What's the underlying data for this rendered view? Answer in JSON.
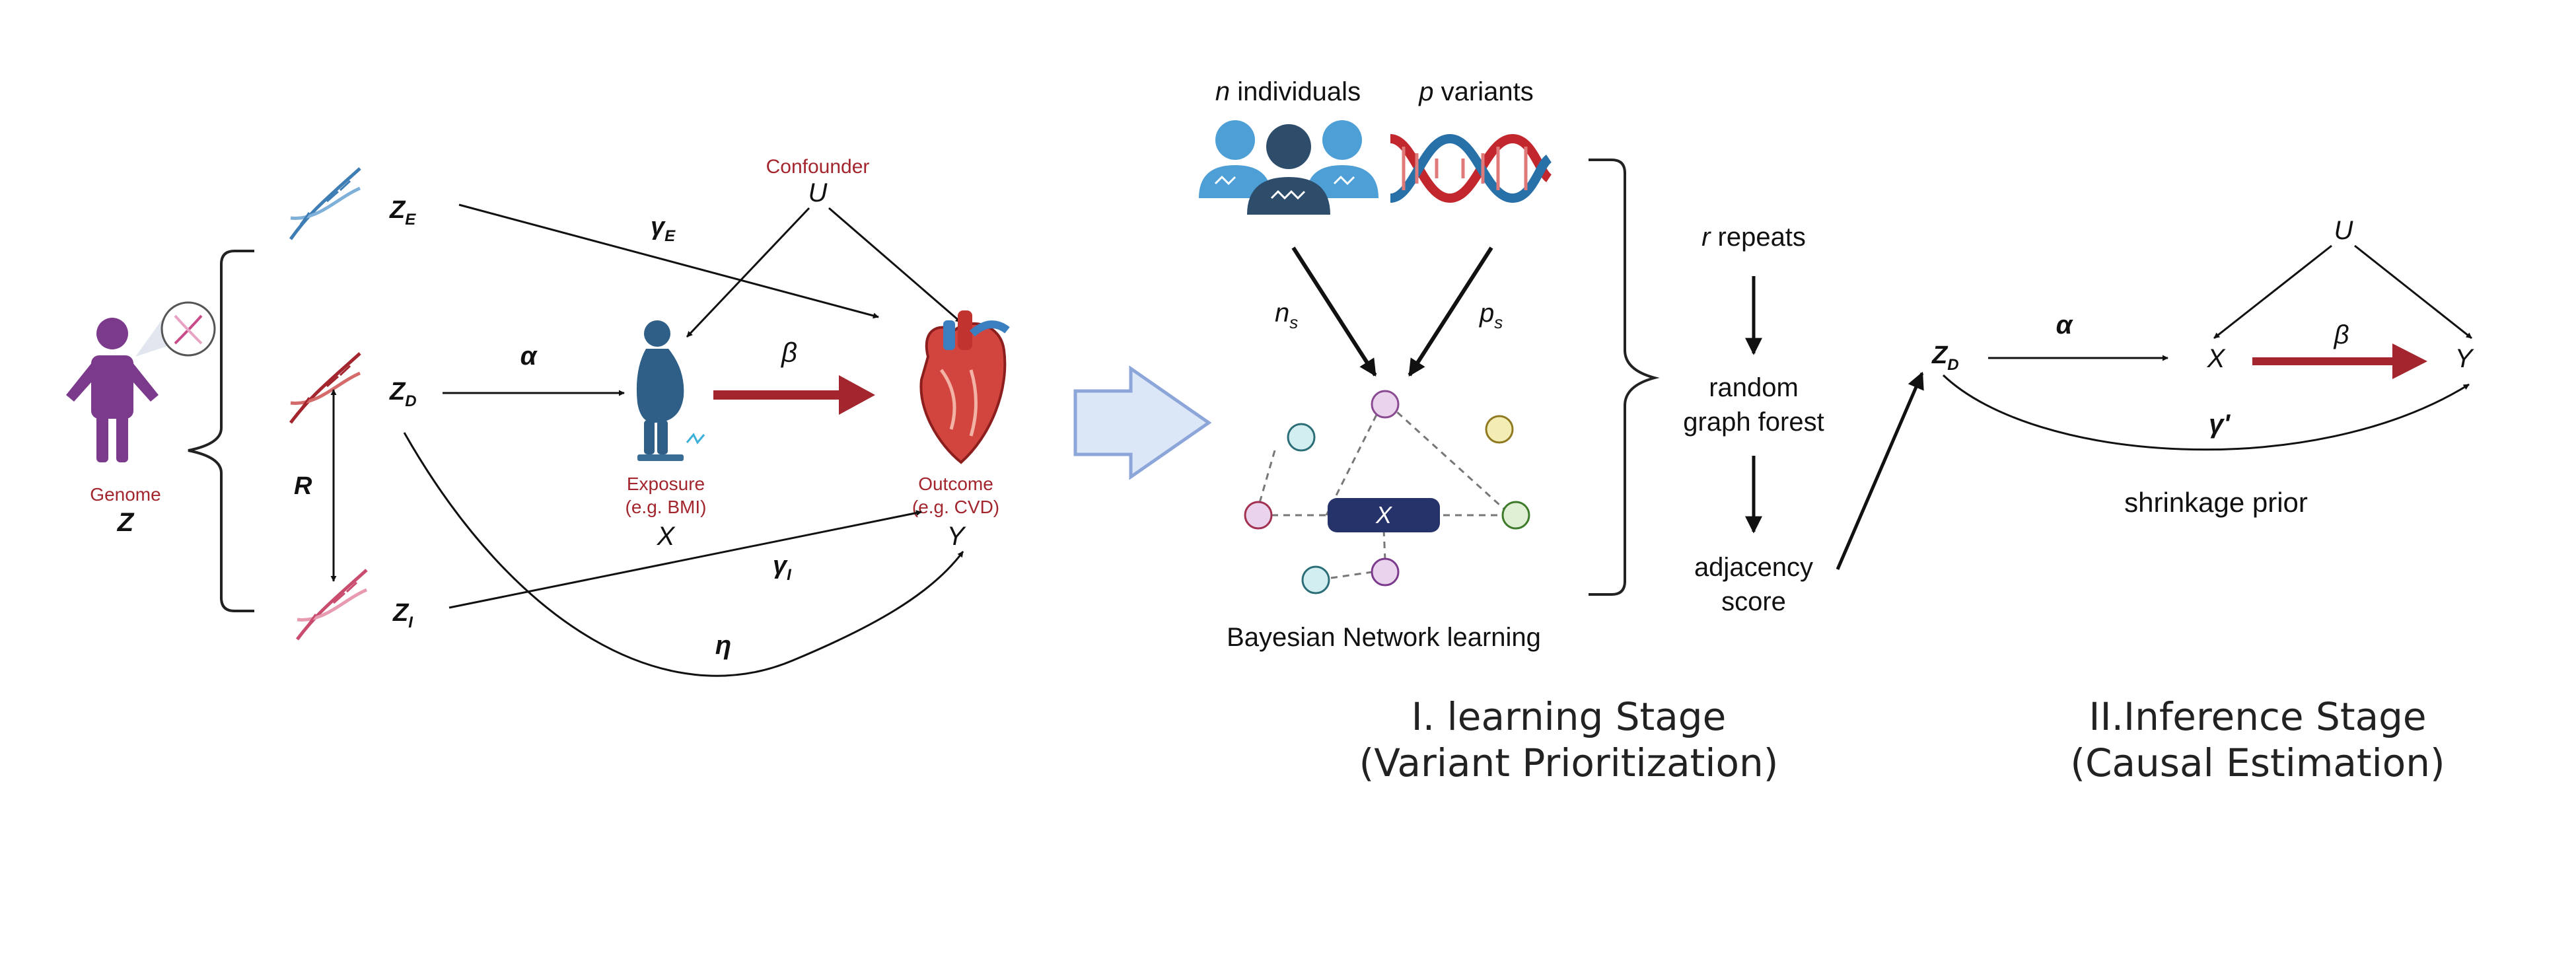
{
  "left_panel": {
    "genome_label": "Genome",
    "genome_symbol": "Z",
    "ze_label": "Z",
    "ze_sub": "E",
    "zd_label": "Z",
    "zd_sub": "D",
    "zi_label": "Z",
    "zi_sub": "I",
    "r_label": "R",
    "confounder_label": "Confounder",
    "confounder_symbol": "U",
    "alpha": "α",
    "beta": "β",
    "gamma_e": "γ",
    "gamma_e_sub": "E",
    "gamma_i": "γ",
    "gamma_i_sub": "I",
    "eta": "η",
    "exposure_label": "Exposure",
    "exposure_example": "(e.g. BMI)",
    "exposure_symbol": "X",
    "outcome_label": "Outcome",
    "outcome_example": "(e.g. CVD)",
    "outcome_symbol": "Y"
  },
  "learning_stage": {
    "n_symbol": "n",
    "n_text": " individuals",
    "p_symbol": "p",
    "p_text": " variants",
    "ns_symbol": "n",
    "ns_sub": "s",
    "ps_symbol": "p",
    "ps_sub": "s",
    "node_x": "X",
    "bn_caption": "Bayesian Network learning",
    "r_symbol": "r",
    "r_text": " repeats",
    "forest_line1": "random",
    "forest_line2": "graph forest",
    "adj_line1": "adjacency",
    "adj_line2": "score",
    "title_line1": "I. learning Stage",
    "title_line2": "(Variant Prioritization)"
  },
  "inference_stage": {
    "u_symbol": "U",
    "zd_label": "Z",
    "zd_sub": "D",
    "x_symbol": "X",
    "y_symbol": "Y",
    "alpha": "α",
    "beta": "β",
    "gamma_prime": "γ'",
    "prior_caption": "shrinkage prior",
    "title_line1": "II.Inference Stage",
    "title_line2": "(Causal Estimation)"
  },
  "colors": {
    "accent_red": "#a3252d",
    "person_purple": "#7b3a8c",
    "dna_blue": "#3f7db5",
    "bn_node_dark": "#26336b",
    "arrow_fill": "#dbe6f7",
    "arrow_stroke": "#8ca6d9"
  }
}
